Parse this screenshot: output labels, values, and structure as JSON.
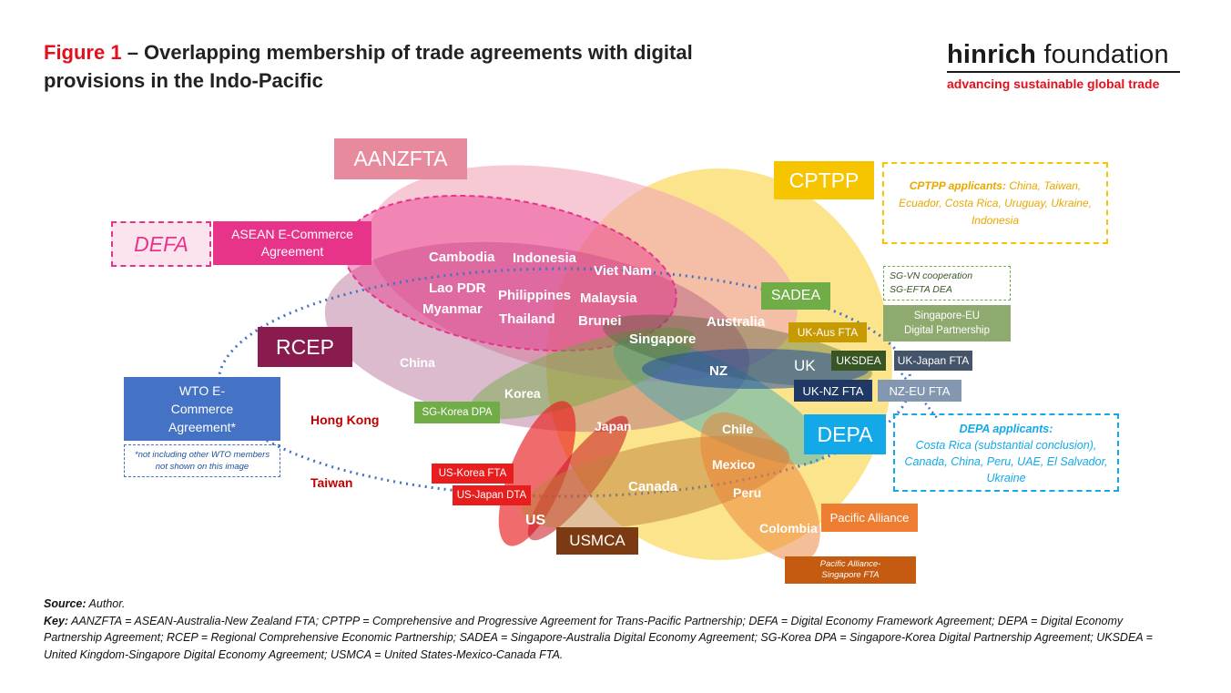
{
  "title": {
    "figure": "Figure 1",
    "text": " – Overlapping membership of trade agreements with digital provisions in the Indo-Pacific"
  },
  "logo": {
    "name_bold": "hinrich",
    "name_rest": " foundation",
    "tagline": "advancing sustainable global trade"
  },
  "colors": {
    "aanzfta": "#e88a9e",
    "cptpp": "#f7c400",
    "rcep": "#8a1b4e",
    "defa": "#e8338b",
    "depa": "#13a9e8",
    "usmca": "#7b3a12",
    "wto": "#4472c4",
    "pacific_alliance": "#ed7d31",
    "title_red": "#e3101d"
  },
  "agreements": {
    "aanzfta": "AANZFTA",
    "cptpp": "CPTPP",
    "defa": "DEFA",
    "asean_ecom": "ASEAN E-Commerce Agreement",
    "rcep": "RCEP",
    "wto": "WTO E-Commerce Agreement*",
    "wto_note": "*not including other WTO members not shown on this image",
    "sadea": "SADEA",
    "uk_aus": "UK-Aus FTA",
    "uksdea": "UKSDEA",
    "uk_japan": "UK-Japan FTA",
    "uk_nz": "UK-NZ FTA",
    "nz_eu": "NZ-EU FTA",
    "sg_eu": "Singapore-EU Digital Partnership",
    "sg_vn": "SG-VN cooperation",
    "sg_efta": "SG-EFTA DEA",
    "depa": "DEPA",
    "sg_korea": "SG-Korea DPA",
    "us_korea": "US-Korea FTA",
    "us_japan": "US-Japan DTA",
    "usmca": "USMCA",
    "pacific_alliance": "Pacific Alliance",
    "pa_sg": "Pacific Alliance-Singapore FTA"
  },
  "applicants": {
    "cptpp_label": "CPTPP applicants:",
    "cptpp_list": " China, Taiwan, Ecuador, Costa Rica, Uruguay, Ukraine, Indonesia",
    "depa_label": "DEPA applicants:",
    "depa_list": "Costa Rica (substantial conclusion), Canada, China, Peru, UAE, El Salvador, Ukraine"
  },
  "countries": {
    "cambodia": "Cambodia",
    "indonesia": "Indonesia",
    "lao": "Lao PDR",
    "myanmar": "Myanmar",
    "philippines": "Philippines",
    "thailand": "Thailand",
    "vietnam": "Viet Nam",
    "malaysia": "Malaysia",
    "brunei": "Brunei",
    "australia": "Australia",
    "singapore": "Singapore",
    "nz": "NZ",
    "uk": "UK",
    "china": "China",
    "korea": "Korea",
    "japan": "Japan",
    "hong_kong": "Hong Kong",
    "taiwan": "Taiwan",
    "chile": "Chile",
    "mexico": "Mexico",
    "canada": "Canada",
    "peru": "Peru",
    "us": "US",
    "colombia": "Colombia"
  },
  "footer": {
    "source_label": "Source:",
    "source": " Author.",
    "key_label": "Key:",
    "key": " AANZFTA = ASEAN-Australia-New Zealand FTA; CPTPP = Comprehensive and Progressive Agreement for Trans-Pacific Partnership; DEFA = Digital Economy Framework Agreement; DEPA = Digital Economy Partnership Agreement; RCEP = Regional Comprehensive Economic Partnership; SADEA = Singapore-Australia Digital Economy Agreement; SG-Korea DPA = Singapore-Korea Digital Partnership Agreement; UKSDEA = United Kingdom-Singapore Digital Economy Agreement; USMCA = United States-Mexico-Canada FTA."
  }
}
